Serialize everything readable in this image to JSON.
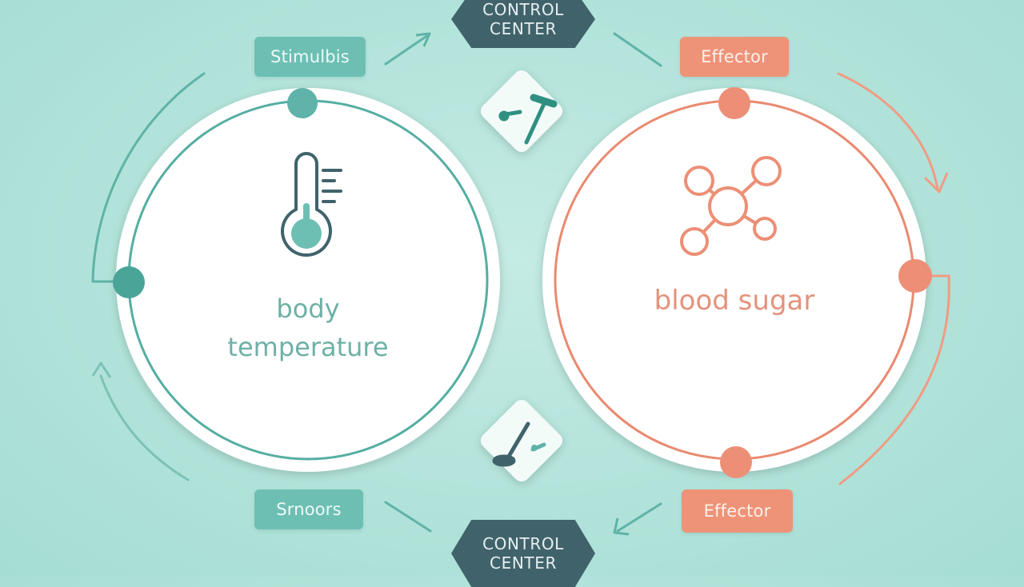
{
  "nodes": {
    "control_center_top": {
      "line1": "CONTROL",
      "line2": "CENTER"
    },
    "control_center_bottom": {
      "line1": "CONTROL",
      "line2": "CENTER"
    },
    "stimulus": "Stimulbis",
    "effector_top": "Effector",
    "sensors": "Srnoors",
    "effector_bottom": "Effector"
  },
  "circles": {
    "left": {
      "label_line1": "body",
      "label_line2": "temperature",
      "icon": "thermometer-icon"
    },
    "right": {
      "label": "blood sugar",
      "icon": "molecule-icon"
    }
  },
  "diamonds": {
    "top_icon": "hammer-icon",
    "bottom_icon": "tools-icon"
  },
  "colors": {
    "background": "#b2e3da",
    "teal": "#5fb3a8",
    "teal_dark": "#3f9a8f",
    "coral": "#ec8f76",
    "hex_fill": "#40636b"
  }
}
